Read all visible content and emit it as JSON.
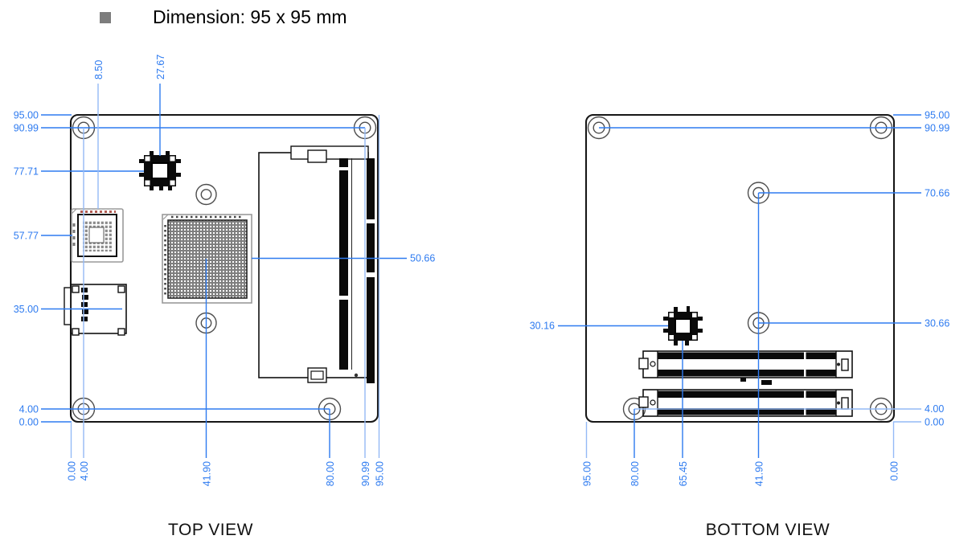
{
  "title": {
    "text": "Dimension: 95 x 95 mm"
  },
  "colors": {
    "dimension_blue": "#2e7bf0",
    "bullet_gray": "#7d7d7d",
    "outline_black": "#161616"
  },
  "top_view": {
    "caption": "TOP VIEW",
    "left": [
      "95.00",
      "90.99",
      "77.71",
      "57.77",
      "35.00",
      "4.00",
      "0.00"
    ],
    "top": [
      "8.50",
      "27.67"
    ],
    "bottom": [
      "0.00",
      "4.00",
      "41.90",
      "80.00",
      "90.99",
      "95.00"
    ],
    "right": [
      "50.66"
    ]
  },
  "bottom_view": {
    "caption": "BOTTOM VIEW",
    "right": [
      "95.00",
      "90.99",
      "70.66",
      "30.66",
      "4.00",
      "0.00"
    ],
    "left": [
      "30.16"
    ],
    "bottom": [
      "95.00",
      "80.00",
      "65.45",
      "41.90",
      "0.00"
    ]
  }
}
